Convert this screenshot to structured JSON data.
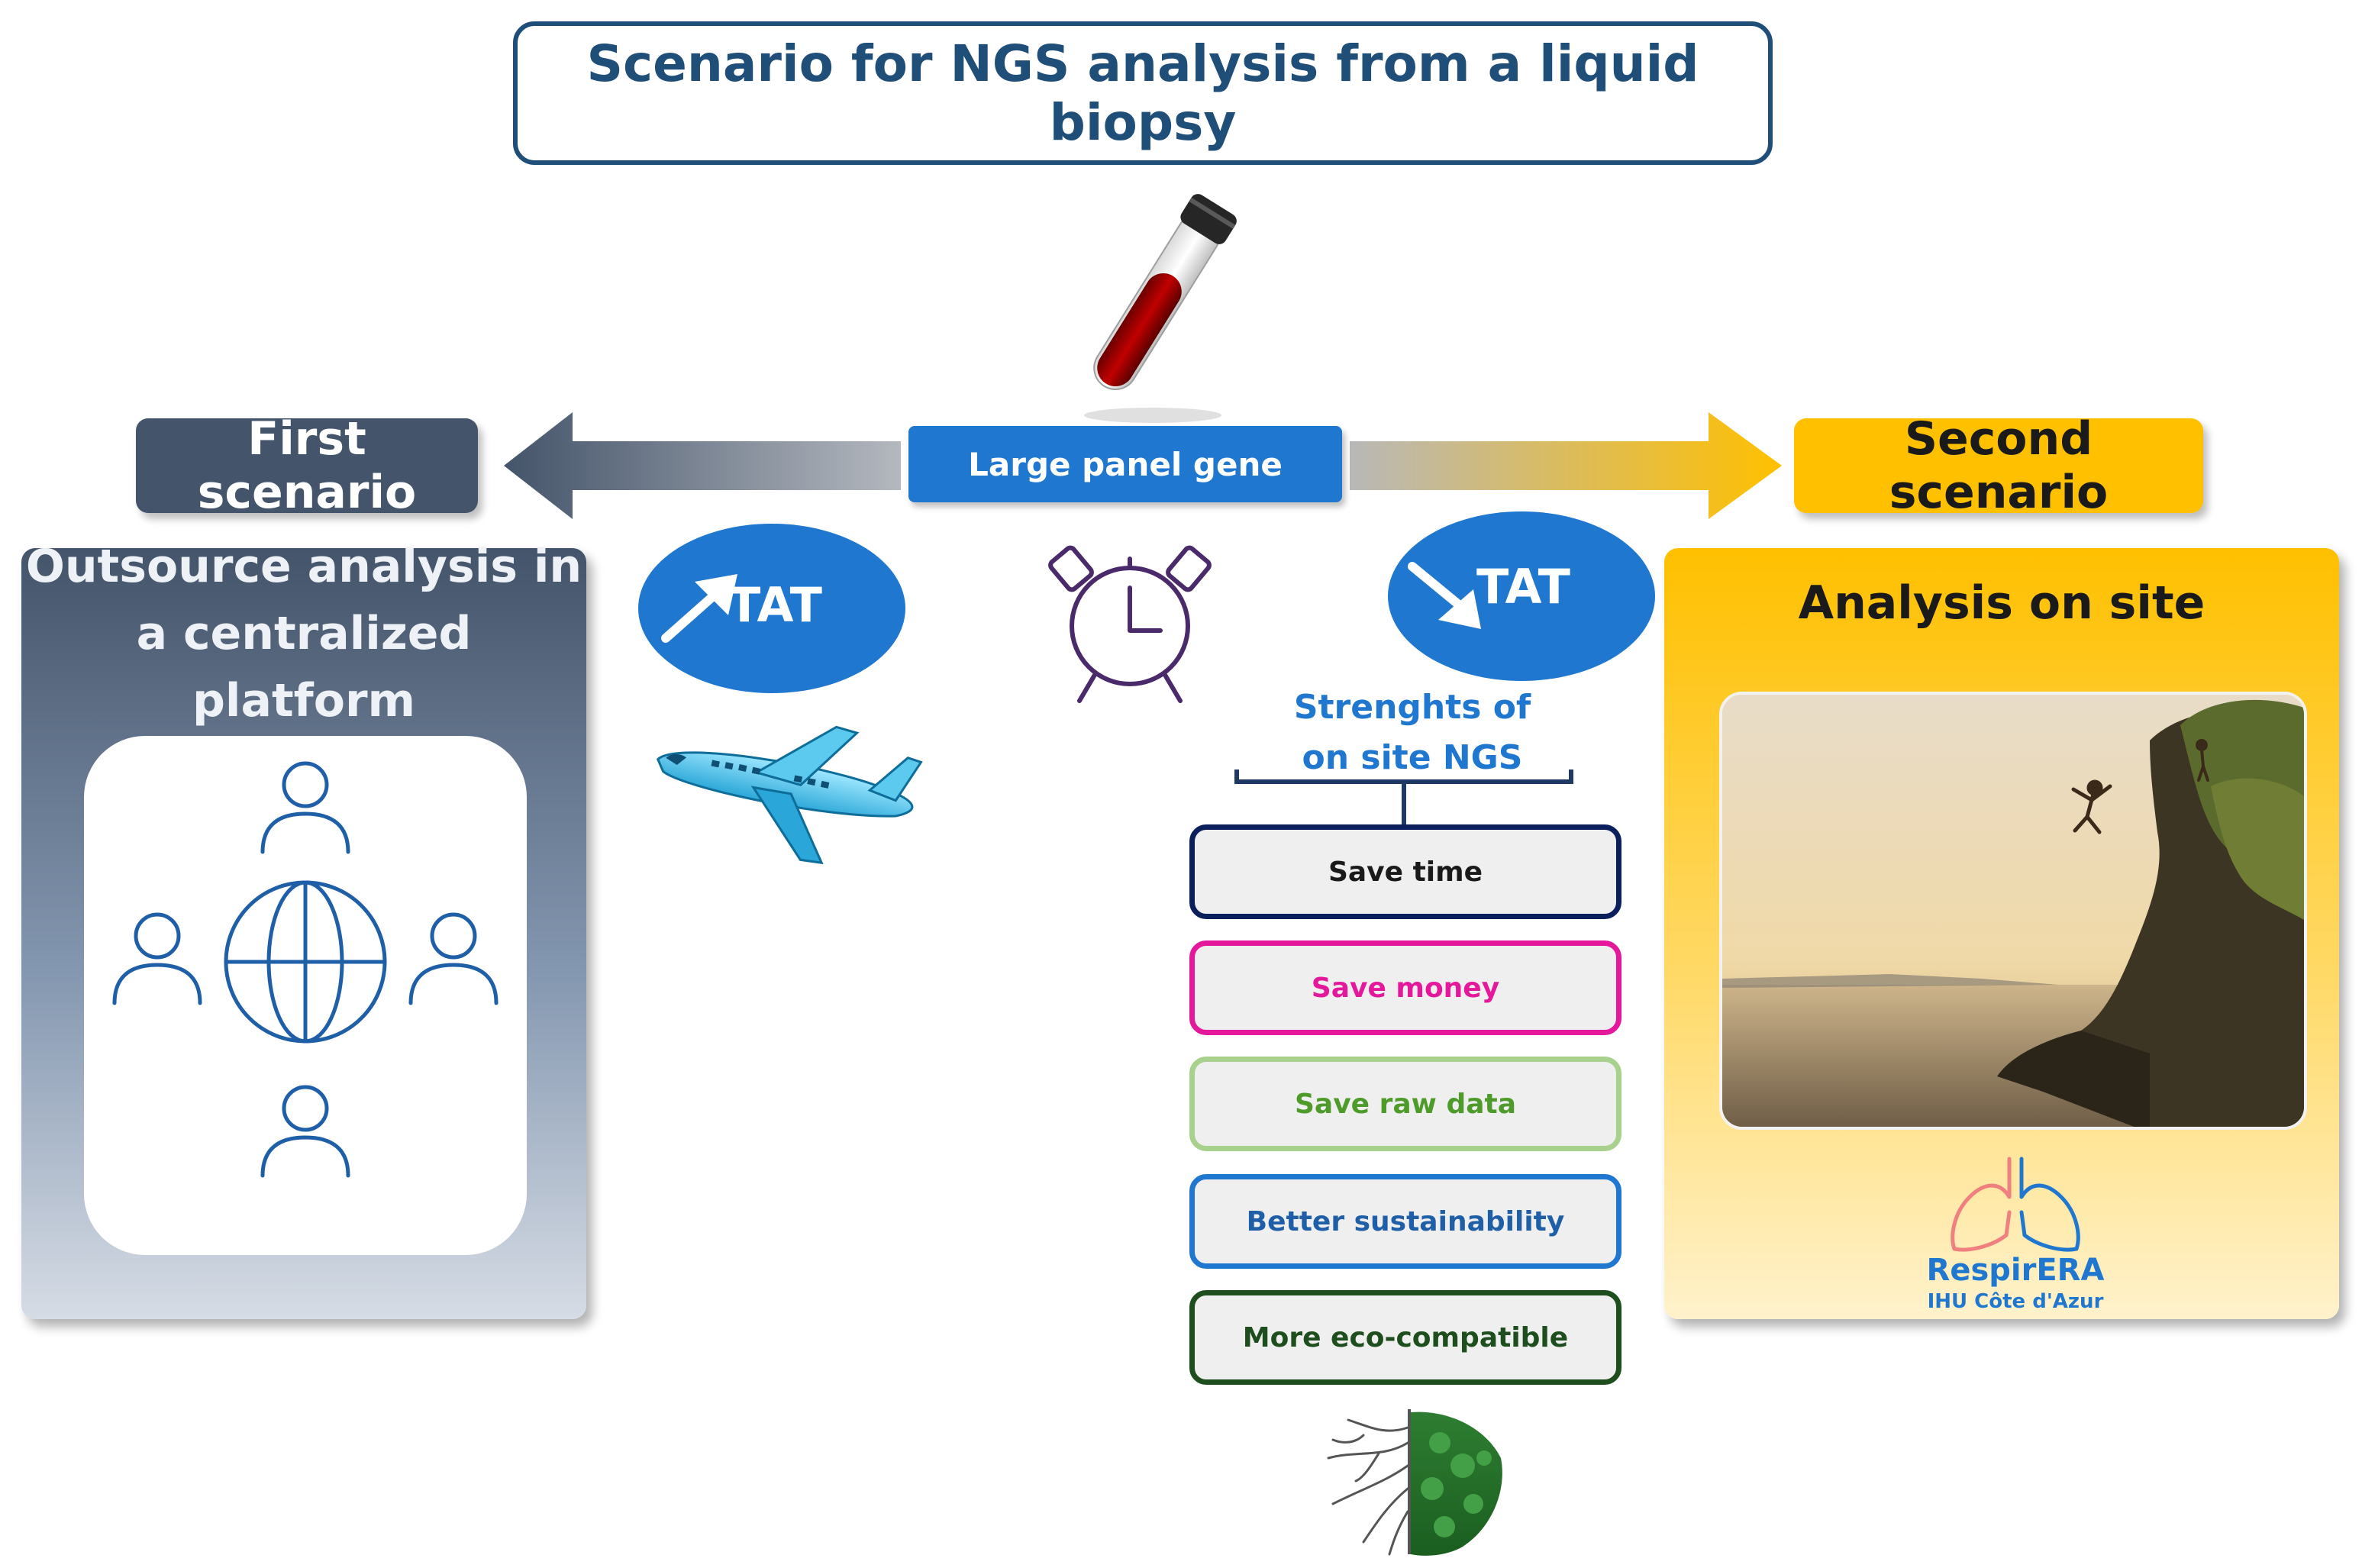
{
  "title": "Scenario for NGS analysis from a liquid biopsy",
  "first_scenario": {
    "label": "First scenario",
    "heading_line1": "Outsource analysis in",
    "heading_line2": "a centralized platform",
    "color": "#44546a"
  },
  "center": {
    "panel_label": "Large panel gene",
    "color": "#1f77d0"
  },
  "second_scenario": {
    "label": "Second scenario",
    "heading": "Analysis on site",
    "color": "#ffc000"
  },
  "tat_increase": {
    "label": "TAT"
  },
  "tat_decrease": {
    "label": "TAT"
  },
  "strengths": {
    "title_line1": "Strenghts of",
    "title_line2": "on site NGS",
    "title_color": "#1f77d0",
    "items": [
      {
        "label": "Save time",
        "border": "#0b1f5c",
        "text_color": "#1a1a1a"
      },
      {
        "label": "Save money",
        "border": "#e4189a",
        "text_color": "#e4189a"
      },
      {
        "label": "Save raw data",
        "border": "#a9d18e",
        "text_color": "#4e9a2a"
      },
      {
        "label": "Better sustainability",
        "border": "#1f77d0",
        "text_color": "#1f5fa8"
      },
      {
        "label": "More eco-compatible",
        "border": "#1e4d1e",
        "text_color": "#1e4d1e"
      }
    ]
  },
  "logo": {
    "name": "RespirERA",
    "subtitle": "IHU Côte d'Azur"
  },
  "icons": [
    "blood-tube-icon",
    "alarm-clock-icon",
    "airplane-icon",
    "globe-people-icon",
    "tree-roots-icon",
    "lungs-logo-icon",
    "arrow-up-right-icon",
    "arrow-down-right-icon"
  ]
}
